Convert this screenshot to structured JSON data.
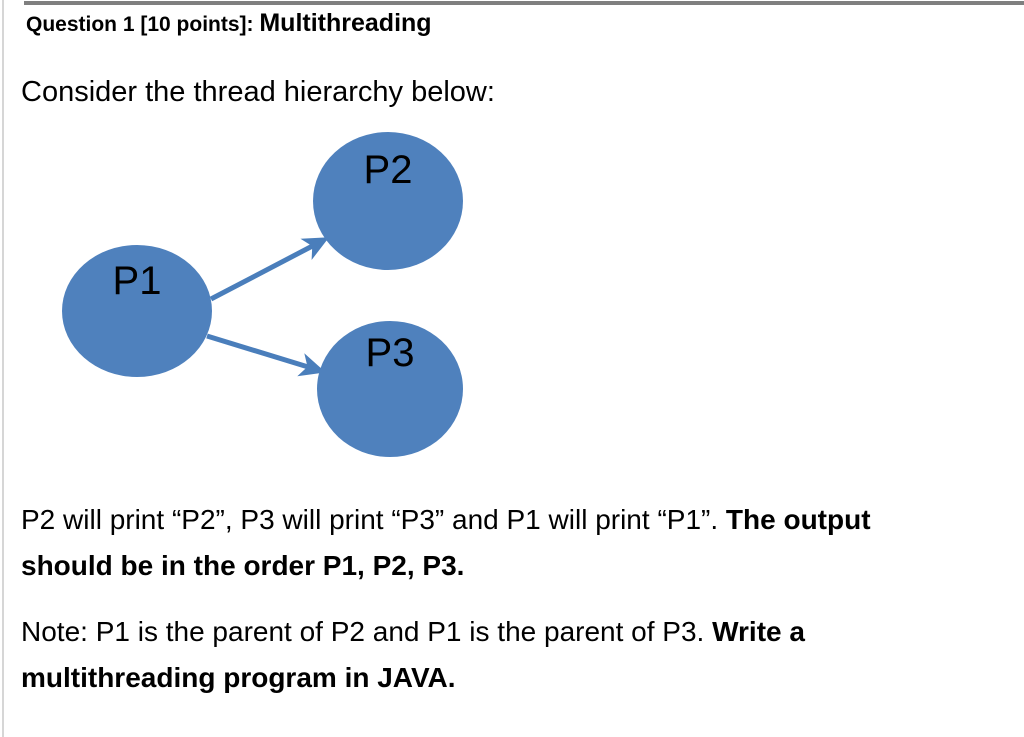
{
  "heading": {
    "points_part": "Question 1 [10 points]: ",
    "topic_part": "Multithreading"
  },
  "intro": "Consider the thread hierarchy below:",
  "diagram": {
    "type": "thread-hierarchy",
    "nodes": [
      {
        "id": "P1",
        "label": "P1"
      },
      {
        "id": "P2",
        "label": "P2"
      },
      {
        "id": "P3",
        "label": "P3"
      }
    ],
    "edges": [
      {
        "from": "P1",
        "to": "P2"
      },
      {
        "from": "P1",
        "to": "P3"
      }
    ],
    "node_fill_color": "#4f81bd",
    "arrow_color": "#4a7ebb",
    "label_color": "#000000"
  },
  "para_output": {
    "regular": "P2 will print “P2”, P3 will print “P3” and P1 will print “P1”. ",
    "bold_line1": "The output",
    "bold_line2": "should be in the order P1, P2, P3."
  },
  "para_note": {
    "regular": "Note: P1 is the parent of P2 and P1 is the parent of P3. ",
    "bold_line1": "Write a",
    "bold_line2": "multithreading program in JAVA."
  }
}
